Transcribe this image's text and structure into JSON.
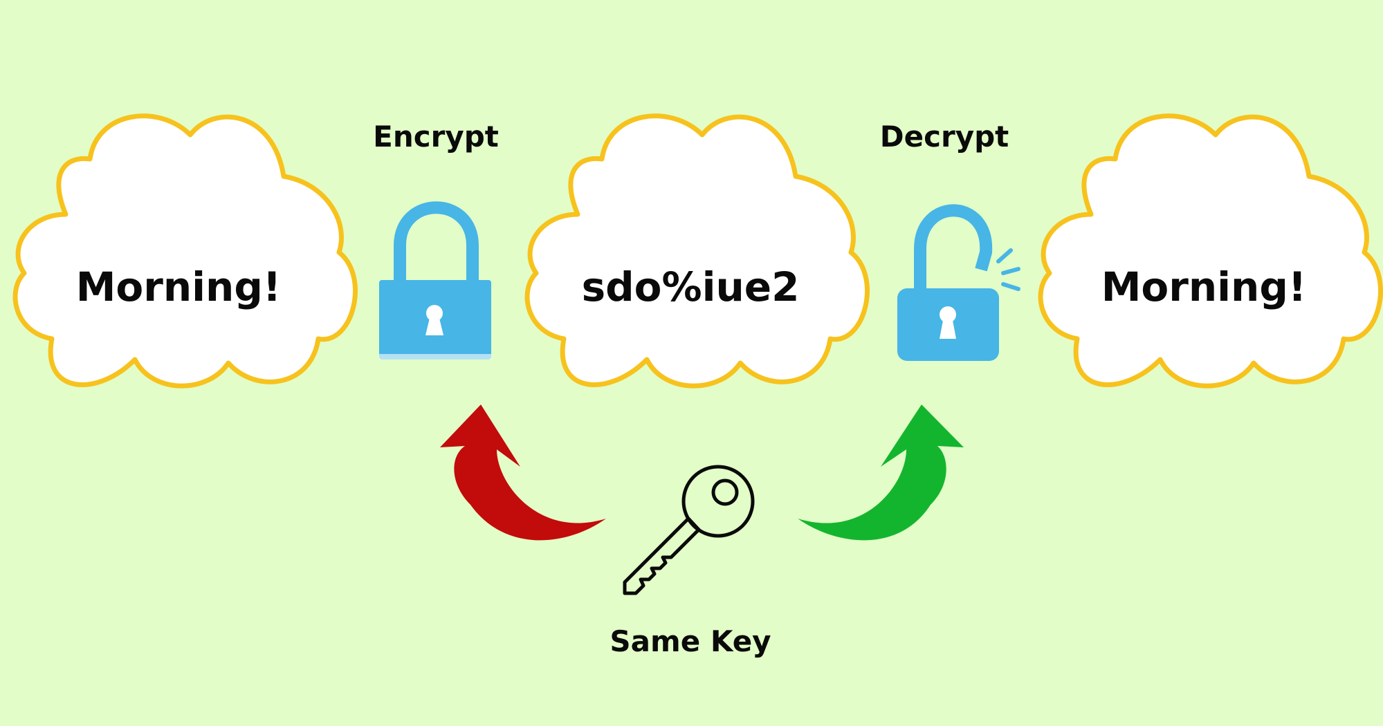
{
  "clouds": {
    "plaintext_left": "Morning!",
    "ciphertext": "sdo%iue2",
    "plaintext_right": "Morning!"
  },
  "labels": {
    "encrypt": "Encrypt",
    "decrypt": "Decrypt",
    "same_key": "Same Key"
  },
  "icons": {
    "closed_lock": "lock-closed-icon",
    "open_lock": "lock-open-icon",
    "key": "key-icon",
    "encrypt_arrow": "curved-arrow-up-left",
    "decrypt_arrow": "curved-arrow-up-right"
  },
  "colors": {
    "background": "#e2fdc8",
    "cloud_fill": "#ffffff",
    "cloud_outline": "#f7c21d",
    "lock": "#47b5e6",
    "encrypt_arrow": "#c20b0b",
    "decrypt_arrow": "#14b52e",
    "key_outline": "#0a0a0a"
  }
}
